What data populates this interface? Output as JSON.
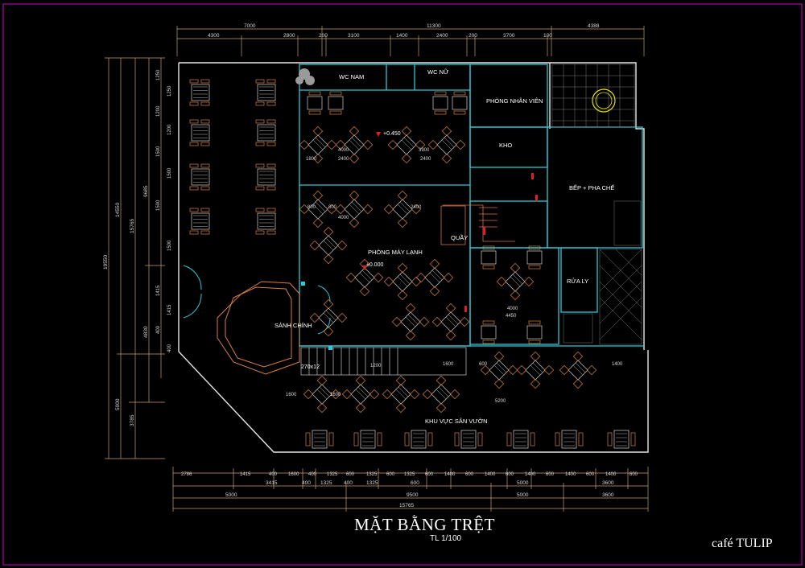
{
  "drawing": {
    "title": "MẶT BẰNG TRỆT",
    "scale": "TL  1/100",
    "brand": "café TULIP"
  },
  "rooms": {
    "wc_nam": "WC NAM",
    "wc_nu": "WC NỮ",
    "phong_nhan_vien": "PHÒNG NHÂN VIÊN",
    "kho": "KHO",
    "bep_pha_che": "BẾP + PHA CHẾ",
    "quay": "QUẦY",
    "rua_ly": "RỬA LY",
    "phong_may_lanh": "PHÒNG MÁY LẠNH",
    "sanh_chinh": "SẢNH CHÍNH",
    "khu_vuc_san_vuon": "KHU VỰC SÂN VƯỜN"
  },
  "levels": {
    "upper": "+0.450",
    "ground": "±0.000"
  },
  "stair_label": "270x12",
  "dims": {
    "top_row1": [
      "7000",
      "11300",
      "4388"
    ],
    "top_row2": [
      "4300",
      "2800",
      "200",
      "3100",
      "1400",
      "2400",
      "200",
      "3700",
      "100"
    ],
    "bottom_row1": [
      "2786",
      "1415",
      "400",
      "1600",
      "400",
      "1325",
      "600",
      "1325",
      "600",
      "1325",
      "600",
      "1400",
      "600",
      "1400",
      "600",
      "1400",
      "600",
      "1400",
      "600",
      "1400",
      "600"
    ],
    "bottom_row2": [
      "3415",
      "400",
      "1325",
      "400",
      "1325",
      "600",
      "5000",
      "3600"
    ],
    "bottom_row3": [
      "5000",
      "9500",
      "5000",
      "3600"
    ],
    "bottom_total": "15765",
    "left_total": "19550",
    "left_sub": [
      "14550",
      "15765",
      "9685",
      "5000",
      "3785",
      "4830"
    ],
    "left_small": [
      "1250",
      "1250",
      "1200",
      "1200",
      "1500",
      "1500",
      "1500",
      "1500",
      "1415",
      "1415",
      "400",
      "400"
    ],
    "interior": [
      "4000",
      "2400",
      "3900",
      "1800",
      "2400",
      "800",
      "800",
      "4000",
      "2400",
      "1600",
      "1200",
      "1600",
      "4000",
      "4450",
      "1600",
      "600",
      "1400",
      "5200"
    ]
  }
}
